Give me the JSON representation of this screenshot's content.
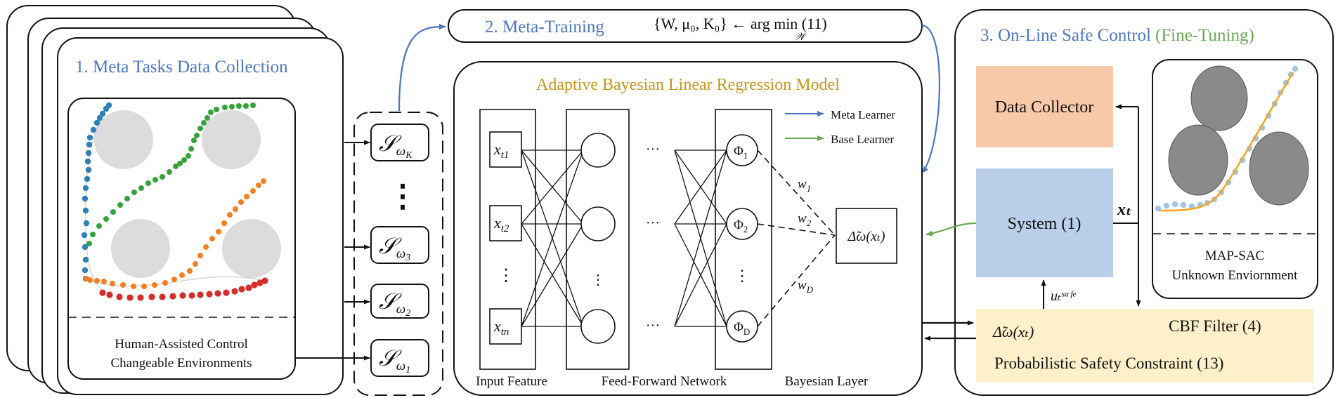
{
  "colors": {
    "blue_text": "#4a76c4",
    "gold_text": "#c7961b",
    "green_text": "#6aa84f",
    "meta_arrow": "#4a76c4",
    "base_arrow": "#6aa84f",
    "data_collector_fill": "#f7c9a8",
    "system_fill": "#b9cfe9",
    "cbf_fill": "#fdf0cb",
    "obstacle_fill": "#dcdcdc",
    "trajectory_blue": "#2f7fb8",
    "trajectory_green": "#35a23a",
    "trajectory_orange": "#f47f20",
    "trajectory_red": "#d42e2a",
    "obstacle_dark": "#8a8a8a",
    "path_orange": "#f5a623",
    "path_points_blue": "#9ec5e8"
  },
  "section1": {
    "title": "1. Meta Tasks Data Collection",
    "caption_line1": "Human-Assisted Control",
    "caption_line2": "Changeable Environments"
  },
  "datasets": {
    "top": "𝒮ωK",
    "mid": "𝒮ω3",
    "low": "𝒮ω2",
    "bottom": "𝒮ω1",
    "labels": [
      "𝒮",
      "𝒮",
      "𝒮",
      "𝒮"
    ],
    "subs": [
      "ω",
      "ω",
      "ω",
      "ω"
    ],
    "subsubs": [
      "K",
      "3",
      "2",
      "1"
    ],
    "ellipsis": "⋮"
  },
  "section2": {
    "title": "2. Meta-Training",
    "formula_left": "{W, μ₀, K₀} ← arg min (11)",
    "formula_sub": "𝒲"
  },
  "model": {
    "title": "Adaptive Bayesian Linear Regression Model",
    "legend_meta": "Meta Learner",
    "legend_base": "Base Learner",
    "inputs": [
      "x",
      "x",
      "x"
    ],
    "input_subs": [
      "t1",
      "t2",
      "tn"
    ],
    "phis": [
      "Φ",
      "Φ",
      "Φ"
    ],
    "phi_subs": [
      "1",
      "2",
      "D"
    ],
    "weights": [
      "w",
      "w",
      "w"
    ],
    "weight_subs": [
      "1",
      "2",
      "D"
    ],
    "output": "Δ̃ω(xₜ)",
    "dots_h": "···",
    "dots_v": "⋮",
    "label_input": "Input Feature",
    "label_ffn": "Feed-Forward Network",
    "label_bayes": "Bayesian Layer"
  },
  "section3": {
    "title_main": "3. On-Line Safe Control",
    "title_sub": "(Fine-Tuning)",
    "data_collector": "Data Collector",
    "system": "System (1)",
    "x_t": "xₜ",
    "u_safe": "uₜˢᵃᶠᵉ",
    "cbf_delta": "Δ̃ω(xₜ)",
    "cbf_filter": "CBF Filter (4)",
    "prob_constraint": "Probabilistic Safety Constraint  (13)",
    "mapsac_line1": "MAP-SAC",
    "mapsac_line2": "Unknown Enviornment"
  }
}
